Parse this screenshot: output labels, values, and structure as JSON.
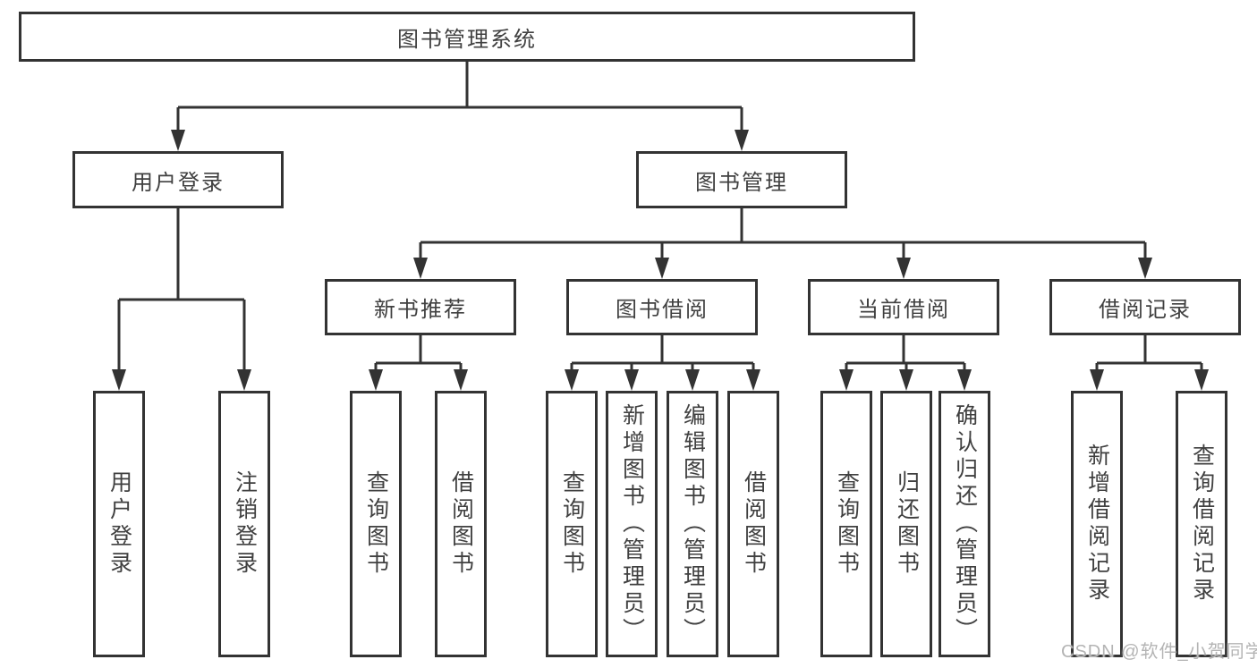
{
  "diagram_type": "hierarchy-tree",
  "colors": {
    "line": "#333333",
    "box_border": "#333333",
    "text": "#404040",
    "background": "#ffffff",
    "watermark": "#b4b4b4"
  },
  "watermark": {
    "text": "CSDN @软件_小贺同学"
  },
  "tree": {
    "root": {
      "label": "图书管理系统",
      "children": [
        {
          "label": "用户登录",
          "children": [
            {
              "label": "用户登录"
            },
            {
              "label": "注销登录"
            }
          ]
        },
        {
          "label": "图书管理",
          "children": [
            {
              "label": "新书推荐",
              "children": [
                {
                  "label": "查询图书"
                },
                {
                  "label": "借阅图书"
                }
              ]
            },
            {
              "label": "图书借阅",
              "children": [
                {
                  "label": "查询图书"
                },
                {
                  "label": "新增图书（管理员）"
                },
                {
                  "label": "编辑图书（管理员）"
                },
                {
                  "label": "借阅图书"
                }
              ]
            },
            {
              "label": "当前借阅",
              "children": [
                {
                  "label": "查询图书"
                },
                {
                  "label": "归还图书"
                },
                {
                  "label": "确认归还（管理员）"
                }
              ]
            },
            {
              "label": "借阅记录",
              "children": [
                {
                  "label": "新增借阅记录"
                },
                {
                  "label": "查询借阅记录"
                }
              ]
            }
          ]
        }
      ]
    }
  }
}
